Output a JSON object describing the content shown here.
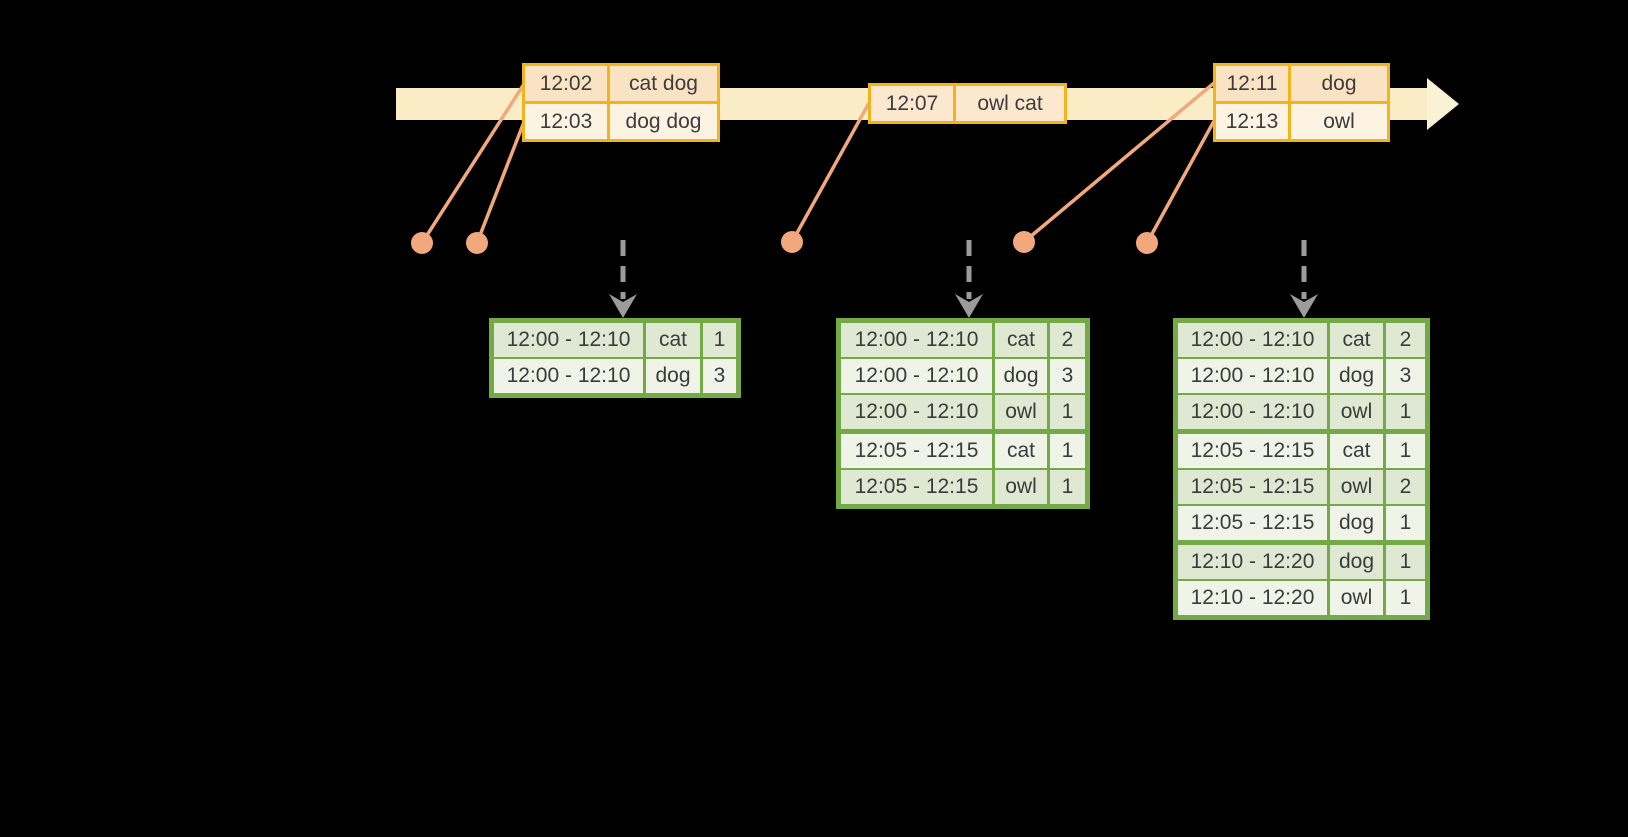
{
  "colors": {
    "background": "#000000",
    "timeline_band": "#faedc6",
    "timeline_arrowhead": "#fbf1d4",
    "event_table_border": "#f2b31b",
    "event_row_peach": "#fae3c2",
    "event_row_cream": "#fcf3e3",
    "event_row_mid": "#fbe8ce",
    "connector_salmon": "#f0a87c",
    "trigger_arrow_gray": "#9b9b9b",
    "result_table_border": "#74aa45",
    "result_row_dark": "#dee8d2",
    "result_row_light": "#eff3e8",
    "text": "#3c3c3c"
  },
  "timeline": {
    "event_tables": [
      {
        "rows": [
          {
            "time": "12:02",
            "words": "cat dog"
          },
          {
            "time": "12:03",
            "words": "dog dog"
          }
        ]
      },
      {
        "rows": [
          {
            "time": "12:07",
            "words": "owl cat"
          }
        ]
      },
      {
        "rows": [
          {
            "time": "12:11",
            "words": "dog"
          },
          {
            "time": "12:13",
            "words": "owl"
          }
        ]
      }
    ]
  },
  "result_tables": [
    {
      "rows": [
        {
          "window": "12:00 - 12:10",
          "word": "cat",
          "count": "1"
        },
        {
          "window": "12:00 - 12:10",
          "word": "dog",
          "count": "3"
        }
      ]
    },
    {
      "rows": [
        {
          "window": "12:00 - 12:10",
          "word": "cat",
          "count": "2"
        },
        {
          "window": "12:00 - 12:10",
          "word": "dog",
          "count": "3"
        },
        {
          "window": "12:00 - 12:10",
          "word": "owl",
          "count": "1"
        },
        {
          "window": "12:05 - 12:15",
          "word": "cat",
          "count": "1"
        },
        {
          "window": "12:05 - 12:15",
          "word": "owl",
          "count": "1"
        }
      ]
    },
    {
      "rows": [
        {
          "window": "12:00 - 12:10",
          "word": "cat",
          "count": "2"
        },
        {
          "window": "12:00 - 12:10",
          "word": "dog",
          "count": "3"
        },
        {
          "window": "12:00 - 12:10",
          "word": "owl",
          "count": "1"
        },
        {
          "window": "12:05 - 12:15",
          "word": "cat",
          "count": "1"
        },
        {
          "window": "12:05 - 12:15",
          "word": "owl",
          "count": "2"
        },
        {
          "window": "12:05 - 12:15",
          "word": "dog",
          "count": "1"
        },
        {
          "window": "12:10 - 12:20",
          "word": "dog",
          "count": "1"
        },
        {
          "window": "12:10 - 12:20",
          "word": "owl",
          "count": "1"
        }
      ]
    }
  ]
}
